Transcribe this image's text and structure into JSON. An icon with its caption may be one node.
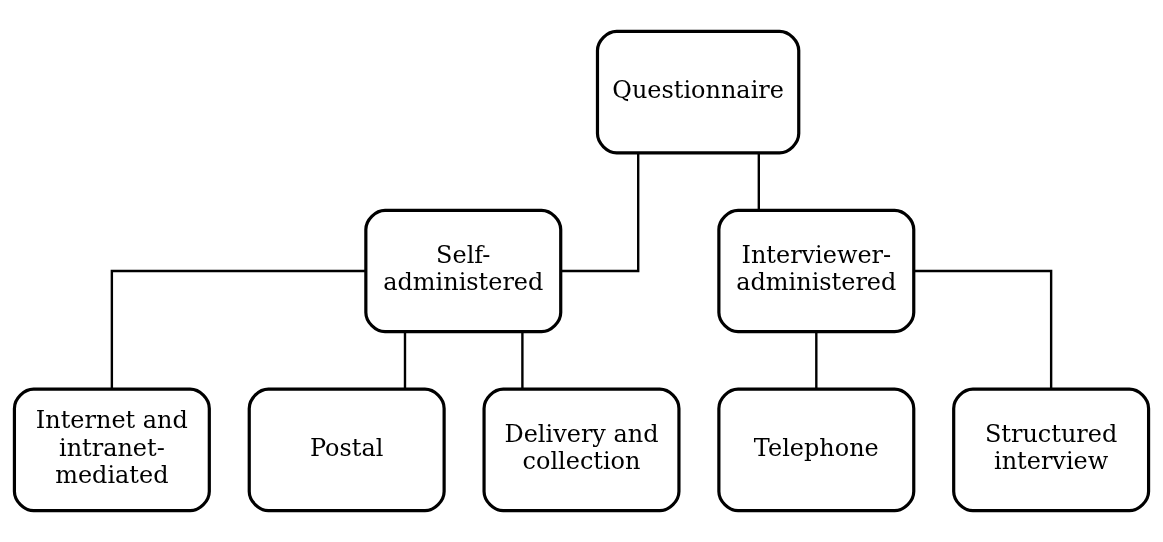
{
  "diagram": {
    "nodes": [
      {
        "text": [
          "Questionnaire"
        ]
      },
      {
        "text": [
          "Self-administered"
        ]
      },
      {
        "text": [
          "Interviewer-administered"
        ]
      },
      {
        "text": [
          "Internet and intranet-mediated"
        ]
      },
      {
        "text": [
          "Postal"
        ]
      },
      {
        "text": [
          "Delivery and collection"
        ]
      },
      {
        "text": [
          "Telephone"
        ]
      },
      {
        "text": [
          "Structured interview"
        ]
      }
    ],
    "edges": [
      {
        "from": 0,
        "to": 1,
        "arrow": "none"
      },
      {
        "from": 0,
        "to": 2,
        "arrow": "none"
      },
      {
        "from": 1,
        "to": 3,
        "arrow": "none"
      },
      {
        "from": 1,
        "to": 4,
        "arrow": "none"
      },
      {
        "from": 1,
        "to": 5,
        "arrow": "none"
      },
      {
        "from": 2,
        "to": 6,
        "arrow": "none"
      },
      {
        "from": 2,
        "to": 7,
        "arrow": "none"
      }
    ]
  }
}
